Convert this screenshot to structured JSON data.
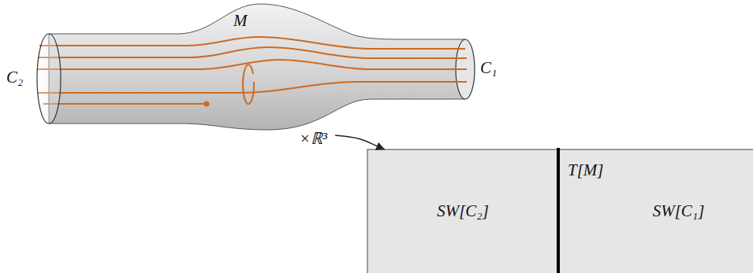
{
  "diagram": {
    "nodes": [
      {
        "text": [
          "M"
        ]
      },
      {
        "text": [
          "T[M]"
        ]
      },
      {
        "text": [
          "SW[C₂]"
        ],
        "in": 1
      },
      {
        "text": [
          "SW[C₁]"
        ],
        "in": 1
      }
    ],
    "edges": [
      {
        "from": 0,
        "to": 1,
        "arrow": "to",
        "label": "×ℝ³"
      }
    ],
    "labels": [
      "C₂",
      "C₁"
    ]
  }
}
